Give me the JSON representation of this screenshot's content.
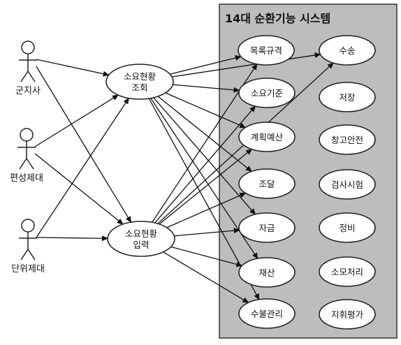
{
  "system": {
    "title": "14대 순환기능 시스템"
  },
  "actors": [
    {
      "id": "a1",
      "label": "군지사"
    },
    {
      "id": "a2",
      "label": "편성제대"
    },
    {
      "id": "a3",
      "label": "단위제대"
    }
  ],
  "usecases": [
    {
      "id": "m1",
      "lines": [
        "소요현황",
        "조회"
      ]
    },
    {
      "id": "m2",
      "lines": [
        "소요현황",
        "입력"
      ]
    },
    {
      "id": "r1",
      "lines": [
        "목록규격"
      ]
    },
    {
      "id": "r2",
      "lines": [
        "소요기준"
      ]
    },
    {
      "id": "r3",
      "lines": [
        "계획예산"
      ]
    },
    {
      "id": "r4",
      "lines": [
        "조달"
      ]
    },
    {
      "id": "r5",
      "lines": [
        "자금"
      ]
    },
    {
      "id": "r6",
      "lines": [
        "재산"
      ]
    },
    {
      "id": "r7",
      "lines": [
        "수불관리"
      ]
    },
    {
      "id": "s1",
      "lines": [
        "수송"
      ]
    },
    {
      "id": "s2",
      "lines": [
        "저장"
      ]
    },
    {
      "id": "s3",
      "lines": [
        "창고안전"
      ]
    },
    {
      "id": "s4",
      "lines": [
        "검사시험"
      ]
    },
    {
      "id": "s5",
      "lines": [
        "정비"
      ]
    },
    {
      "id": "s6",
      "lines": [
        "소모처리"
      ]
    },
    {
      "id": "s7",
      "lines": [
        "지휘평가"
      ]
    }
  ],
  "associations": [
    [
      "a1",
      "m1"
    ],
    [
      "a1",
      "m2"
    ],
    [
      "a2",
      "m1"
    ],
    [
      "a2",
      "m2"
    ],
    [
      "a3",
      "m1"
    ],
    [
      "a3",
      "m2"
    ],
    [
      "m1",
      "r1"
    ],
    [
      "m1",
      "r2"
    ],
    [
      "m1",
      "r3"
    ],
    [
      "m1",
      "r4"
    ],
    [
      "m1",
      "r5"
    ],
    [
      "m1",
      "r6"
    ],
    [
      "m1",
      "r7"
    ],
    [
      "m1",
      "s1"
    ],
    [
      "m2",
      "r1"
    ],
    [
      "m2",
      "r2"
    ],
    [
      "m2",
      "r3"
    ],
    [
      "m2",
      "r4"
    ],
    [
      "m2",
      "r5"
    ],
    [
      "m2",
      "r6"
    ],
    [
      "m2",
      "r7"
    ],
    [
      "m2",
      "s1"
    ]
  ]
}
